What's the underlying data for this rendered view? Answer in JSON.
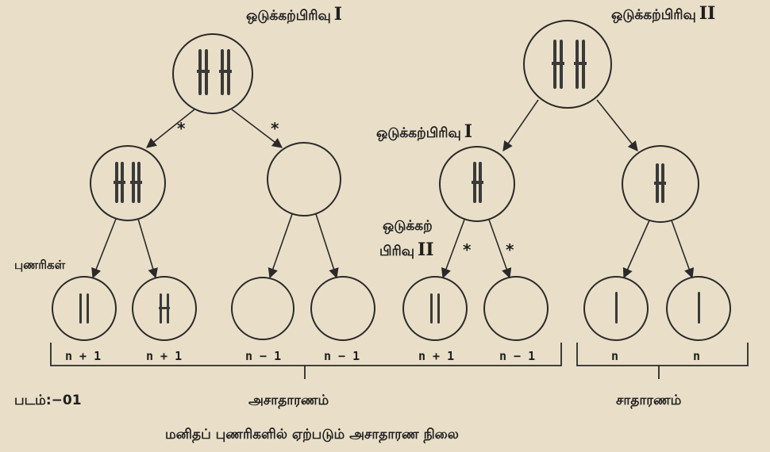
{
  "labels": {
    "meiosis1_top_left": "ஒடுக்கற்பிரிவு",
    "meiosis1_top_left_numeral": "I",
    "meiosis2_top_right": "ஒடுக்கற்பிரிவு",
    "meiosis2_top_right_numeral": "II",
    "meiosis1_mid": "ஒடுக்கற்பிரிவு",
    "meiosis1_mid_numeral": "I",
    "meiosis2_mid_line1": "ஒடுக்கற்",
    "meiosis2_mid_line2": "பிரிவு",
    "meiosis2_mid_numeral": "II",
    "gametes": "புணரிகள்",
    "figure_no": "படம்:−01",
    "abnormal": "அசாதாரணம்",
    "normal": "சாதாரணம்",
    "caption": "மனிதப் புணரிகளில் ஏற்படும் அசாதாரண நிலை"
  },
  "gamete_counts": [
    "n + 1",
    "n + 1",
    "n − 1",
    "n − 1",
    "n + 1",
    "n − 1",
    "n",
    "n"
  ],
  "nondisjunction_marker": "*"
}
